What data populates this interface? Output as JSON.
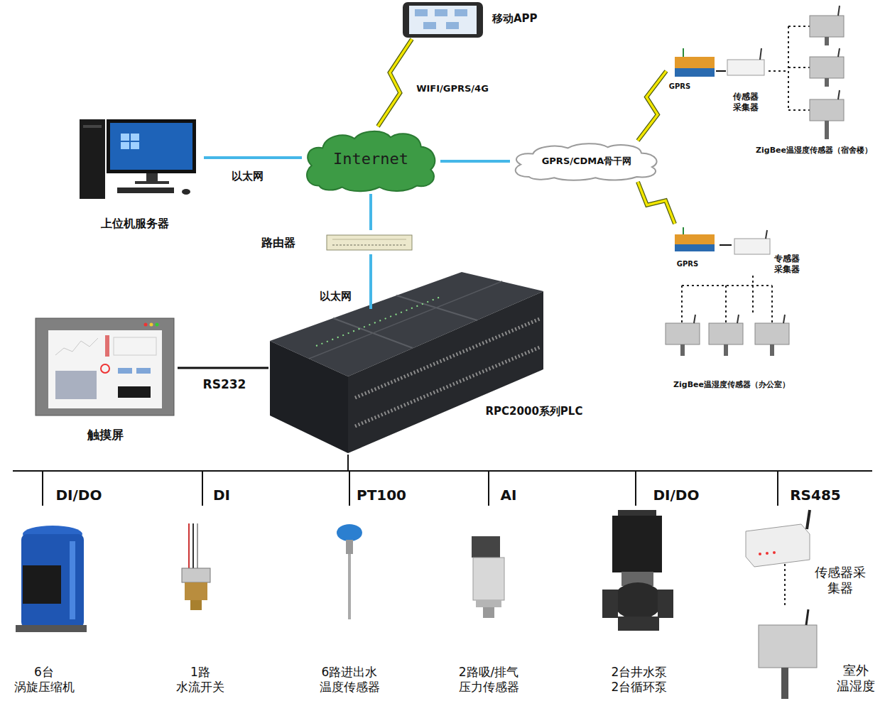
{
  "diagram": {
    "nodes": [
      {
        "text": [
          "移动APP"
        ]
      },
      {
        "text": [
          "上位机服务器"
        ]
      },
      {
        "text": [
          "Internet"
        ]
      },
      {
        "text": [
          "GPRS/CDMA骨干网"
        ]
      },
      {
        "text": [
          "路由器"
        ]
      },
      {
        "text": [
          "RPC2000系列PLC"
        ]
      },
      {
        "text": [
          "触摸屏"
        ]
      },
      {
        "text": [
          "GPRS"
        ]
      },
      {
        "text": [
          "传感器 采集器"
        ]
      },
      {
        "text": [
          "ZigBee温湿度传感器（宿舍楼）"
        ]
      },
      {
        "text": [
          "GPRS"
        ]
      },
      {
        "text": [
          "专感器 采集器"
        ]
      },
      {
        "text": [
          "ZigBee温湿度传感器（办公室）"
        ]
      },
      {
        "text": [
          "6台 涡旋压缩机"
        ]
      },
      {
        "text": [
          "1路 水流开关"
        ]
      },
      {
        "text": [
          "6路进出水 温度传感器"
        ]
      },
      {
        "text": [
          "2路吸/排气 压力传感器"
        ]
      },
      {
        "text": [
          "2台井水泵 2台循环泵"
        ]
      },
      {
        "text": [
          "传感器采 集器"
        ]
      },
      {
        "text": [
          "室外 温湿度"
        ]
      }
    ],
    "edges": [
      {
        "from": 1,
        "to": 2,
        "label": "以太网",
        "arrow": "none"
      },
      {
        "from": 2,
        "to": 0,
        "label": "WIFI/GPRS/4G",
        "arrow": "none"
      },
      {
        "from": 2,
        "to": 4,
        "arrow": "none"
      },
      {
        "from": 4,
        "to": 5,
        "label": "以太网",
        "arrow": "none"
      },
      {
        "from": 6,
        "to": 5,
        "label": "RS232",
        "arrow": "none"
      },
      {
        "from": 2,
        "to": 3,
        "arrow": "none"
      },
      {
        "from": 3,
        "to": 7,
        "arrow": "none"
      },
      {
        "from": 7,
        "to": 8,
        "arrow": "none"
      },
      {
        "from": 8,
        "to": 9,
        "arrow": "none"
      },
      {
        "from": 3,
        "to": 10,
        "arrow": "none"
      },
      {
        "from": 10,
        "to": 11,
        "arrow": "none"
      },
      {
        "from": 11,
        "to": 12,
        "arrow": "none"
      },
      {
        "from": 5,
        "to": 13,
        "label": "DI/DO",
        "arrow": "none"
      },
      {
        "from": 5,
        "to": 14,
        "label": "DI",
        "arrow": "none"
      },
      {
        "from": 5,
        "to": 15,
        "label": "PT100",
        "arrow": "none"
      },
      {
        "from": 5,
        "to": 16,
        "label": "AI",
        "arrow": "none"
      },
      {
        "from": 5,
        "to": 17,
        "label": "DI/DO",
        "arrow": "none"
      },
      {
        "from": 5,
        "to": 18,
        "label": "RS485",
        "arrow": "none"
      },
      {
        "from": 18,
        "to": 19,
        "arrow": "none"
      }
    ]
  }
}
